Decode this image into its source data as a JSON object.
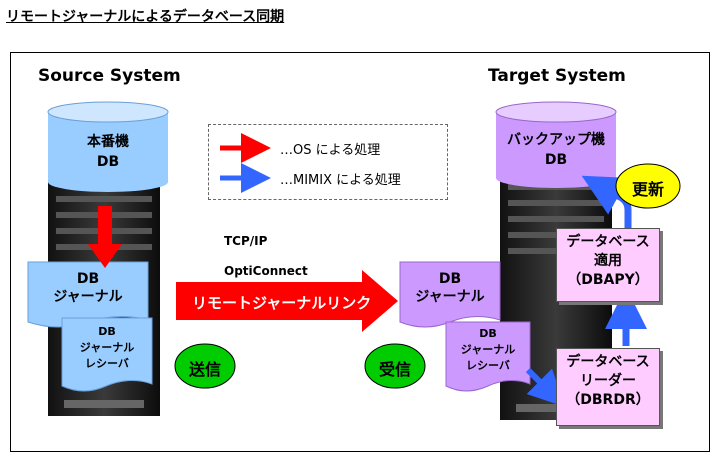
{
  "page": {
    "title": "リモートジャーナルによるデータベース同期"
  },
  "source": {
    "title": "Source System",
    "db_line1": "本番機",
    "db_line2": "DB",
    "journal_line1": "DB",
    "journal_line2": "ジャーナル",
    "receiver_line1": "DB",
    "receiver_line2": "ジャーナル",
    "receiver_line3": "レシーバ",
    "send_label": "送信"
  },
  "target": {
    "title": "Target System",
    "db_line1": "バックアップ機",
    "db_line2": "DB",
    "journal_line1": "DB",
    "journal_line2": "ジャーナル",
    "receiver_line1": "DB",
    "receiver_line2": "ジャーナル",
    "receiver_line3": "レシーバ",
    "receive_label": "受信",
    "update_label": "更新",
    "dbapy_line1": "データベース",
    "dbapy_line2": "適用",
    "dbapy_line3": "（DBAPY）",
    "dbrdr_line1": "データベース",
    "dbrdr_line2": "リーダー",
    "dbrdr_line3": "（DBRDR）"
  },
  "legend": {
    "os_label": "…OS による処理",
    "mimix_label": "…MIMIX による処理"
  },
  "link": {
    "protocol1": "TCP/IP",
    "protocol2": "OptiConnect",
    "label": "リモートジャーナルリンク"
  },
  "colors": {
    "os_arrow": "#ff0000",
    "mimix_arrow": "#3366ff",
    "source_cylinder": "#99ccff",
    "target_cylinder": "#cc99ff",
    "oval_green": "#00cc00",
    "oval_yellow": "#ffff00",
    "process_box": "#ffccff"
  }
}
